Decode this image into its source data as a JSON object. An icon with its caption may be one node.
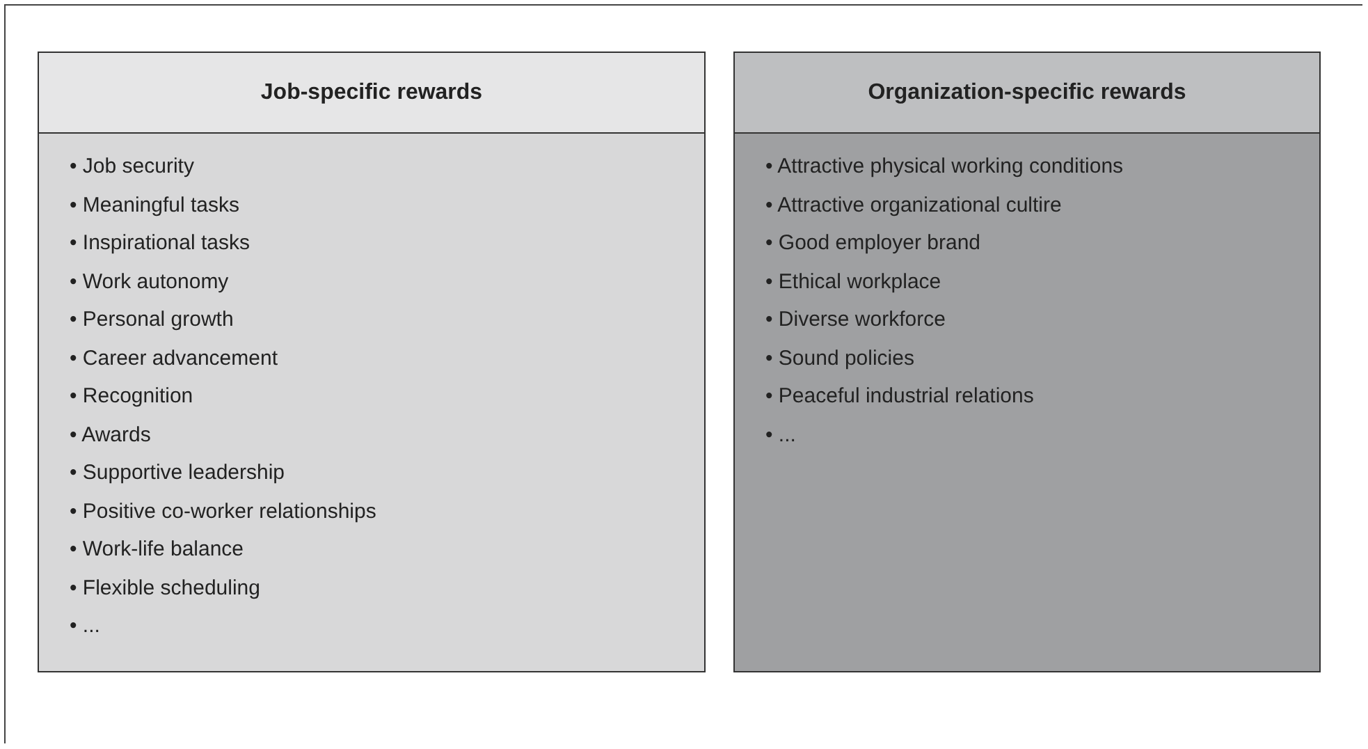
{
  "diagram": {
    "nodes": [
      {
        "text": [
          "Job-specific rewards",
          "• Job security",
          "• Meaningful tasks",
          "• Inspirational tasks",
          "• Work autonomy",
          "• Personal growth",
          "• Career advancement",
          "• Recognition",
          "• Awards",
          "• Supportive leadership",
          "• Positive co-worker relationships",
          "• Work-life balance",
          "• Flexible scheduling",
          "• ..."
        ]
      },
      {
        "text": [
          "Organization-specific rewards",
          "• Attractive physical working conditions",
          "• Attractive organizational cultire",
          "• Good employer brand",
          "• Ethical workplace",
          "• Diverse workforce",
          "• Sound policies",
          "• Peaceful industrial relations",
          "• ..."
        ]
      }
    ],
    "edges": []
  }
}
